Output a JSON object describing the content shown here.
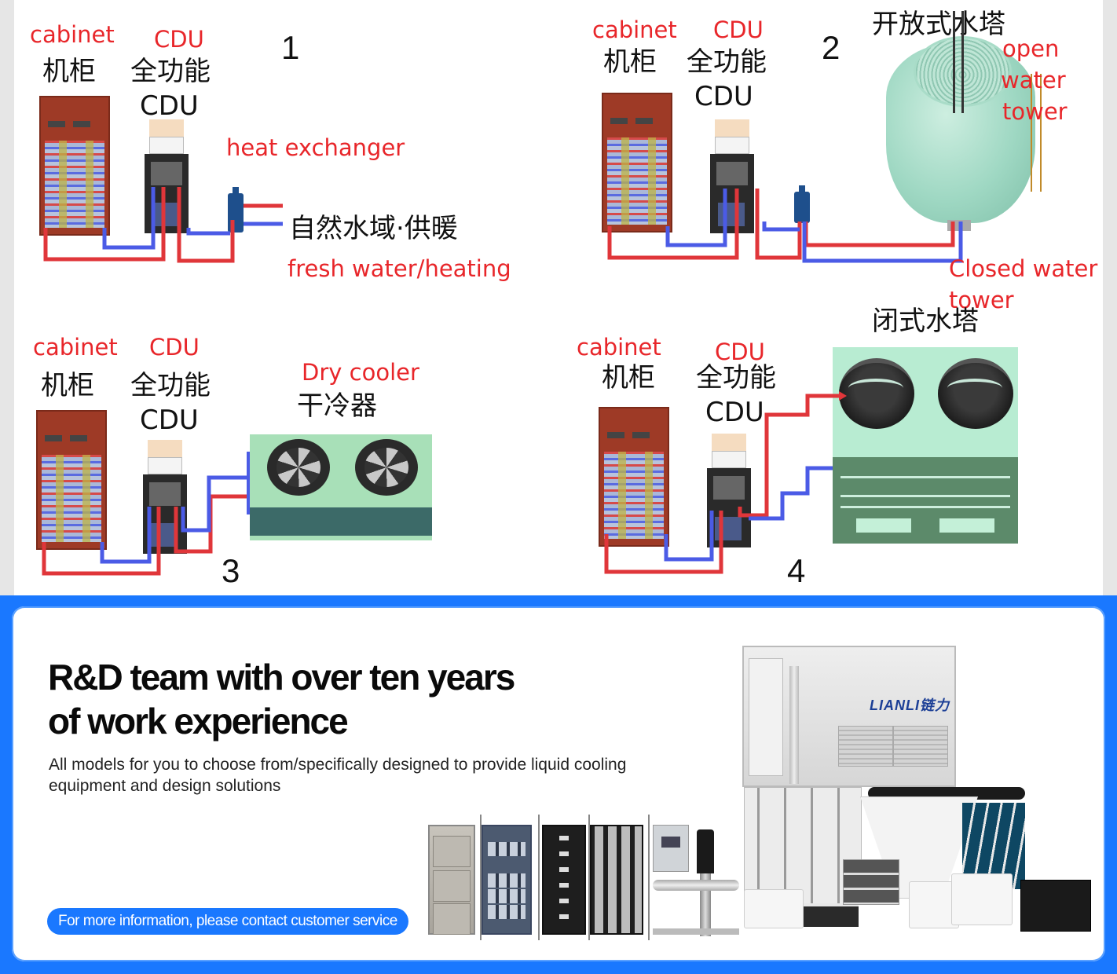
{
  "diagram": {
    "quadrants": [
      {
        "number": "1",
        "cabinet_en": "cabinet",
        "cabinet_zh": "机柜",
        "cdu_en": "CDU",
        "cdu_zh": "全功能",
        "cdu_zh2": "CDU",
        "component_en": "heat exchanger",
        "target_zh": "自然水域·供暖",
        "target_en": "fresh water/heating"
      },
      {
        "number": "2",
        "cabinet_en": "cabinet",
        "cabinet_zh": "机柜",
        "cdu_en": "CDU",
        "cdu_zh": "全功能",
        "cdu_zh2": "CDU",
        "target_zh": "开放式水塔",
        "target_en_lines": [
          "open",
          "water",
          "tower"
        ]
      },
      {
        "number": "3",
        "cabinet_en": "cabinet",
        "cabinet_zh": "机柜",
        "cdu_en": "CDU",
        "cdu_zh": "全功能",
        "cdu_zh2": "CDU",
        "target_en": "Dry cooler",
        "target_zh": "干冷器"
      },
      {
        "number": "4",
        "cabinet_en": "cabinet",
        "cabinet_zh": "机柜",
        "cdu_en": "CDU",
        "cdu_zh": "全功能",
        "cdu_zh2": "CDU",
        "target_en_lines": [
          "Closed water",
          "tower"
        ],
        "target_zh": "闭式水塔"
      }
    ],
    "colors": {
      "label_red": "#e8262a",
      "hot_pipe": "#e0363a",
      "cold_pipe": "#4b5be6",
      "cabinet": "#9e3a26"
    }
  },
  "banner": {
    "headline_line1": "R&D team with over ten years",
    "headline_line2": "of work experience",
    "subtext": "All models for you to choose from/specifically designed to provide liquid cooling equipment and design solutions",
    "cta_label": "For more information, please contact customer service",
    "brand_logo": "LIANLI链力",
    "colors": {
      "banner_blue": "#1a78ff",
      "card_bg": "#ffffff"
    }
  }
}
